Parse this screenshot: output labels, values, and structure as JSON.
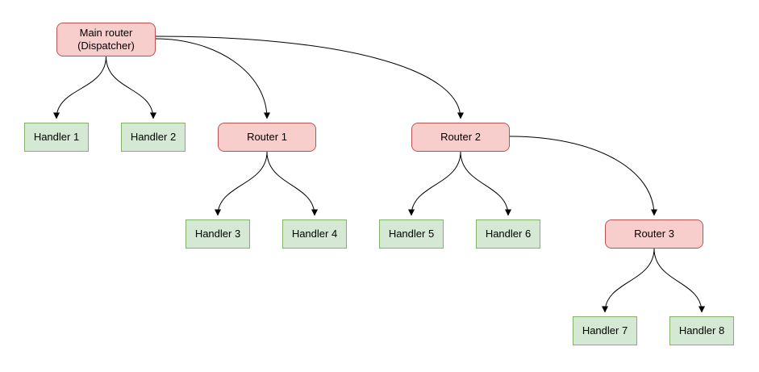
{
  "diagram": {
    "nodes": {
      "main_router": {
        "label": "Main router\n(Dispatcher)"
      },
      "router_1": {
        "label": "Router 1"
      },
      "router_2": {
        "label": "Router 2"
      },
      "router_3": {
        "label": "Router 3"
      },
      "handler_1": {
        "label": "Handler 1"
      },
      "handler_2": {
        "label": "Handler 2"
      },
      "handler_3": {
        "label": "Handler 3"
      },
      "handler_4": {
        "label": "Handler 4"
      },
      "handler_5": {
        "label": "Handler 5"
      },
      "handler_6": {
        "label": "Handler 6"
      },
      "handler_7": {
        "label": "Handler 7"
      },
      "handler_8": {
        "label": "Handler 8"
      }
    },
    "edges": [
      {
        "from": "main_router",
        "to": "handler_1"
      },
      {
        "from": "main_router",
        "to": "handler_2"
      },
      {
        "from": "main_router",
        "to": "router_1"
      },
      {
        "from": "main_router",
        "to": "router_2"
      },
      {
        "from": "router_1",
        "to": "handler_3"
      },
      {
        "from": "router_1",
        "to": "handler_4"
      },
      {
        "from": "router_2",
        "to": "handler_5"
      },
      {
        "from": "router_2",
        "to": "handler_6"
      },
      {
        "from": "router_2",
        "to": "router_3"
      },
      {
        "from": "router_3",
        "to": "handler_7"
      },
      {
        "from": "router_3",
        "to": "handler_8"
      }
    ]
  },
  "colors": {
    "router_fill": "#f8cecc",
    "router_border": "#b85450",
    "handler_fill": "#d5e8d4",
    "handler_border": "#82b366",
    "edge_color": "#000000",
    "background": "#ffffff"
  }
}
